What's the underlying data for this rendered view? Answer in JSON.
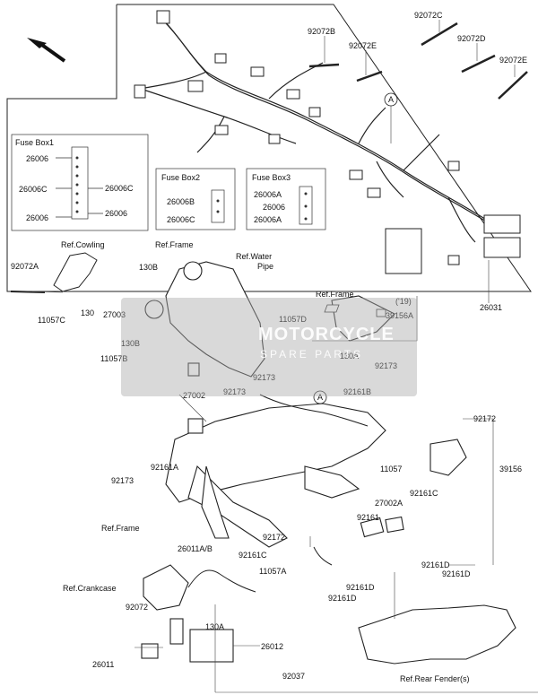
{
  "diagram": {
    "fuse_boxes": [
      {
        "title": "Fuse Box1",
        "parts": [
          "26006",
          "26006C",
          "26006",
          "26006C",
          "26006"
        ]
      },
      {
        "title": "Fuse Box2",
        "parts": [
          "26006B",
          "26006C"
        ]
      },
      {
        "title": "Fuse Box3",
        "parts": [
          "26006A",
          "26006",
          "26006A"
        ]
      }
    ],
    "part_labels": {
      "p92072C": "92072C",
      "p92072B": "92072B",
      "p92072D": "92072D",
      "p92072E_1": "92072E",
      "p92072E_2": "92072E",
      "pA_1": "A",
      "p26031": "26031",
      "refCowling": "Ref.Cowling",
      "refFrame_1": "Ref.Frame",
      "refWaterPipe_1": "Ref.Water",
      "refWaterPipe_2": "Pipe",
      "p92072A": "92072A",
      "p130B_1": "130B",
      "p27003": "27003",
      "p130_1": "130",
      "p11057C": "11057C",
      "p11057D": "11057D",
      "refFrame_2": "Ref.Frame",
      "p19": "('19)",
      "p39156A": "39156A",
      "p130B_2": "130B",
      "p11057B": "11057B",
      "p130A_1": "130A",
      "p92173_1": "92173",
      "p92173_2": "92173",
      "p92173_3": "92173",
      "p27002": "27002",
      "pA_2": "A",
      "p92161B": "92161B",
      "p92172_1": "92172",
      "p92161A": "92161A",
      "p92173_4": "92173",
      "p11057": "11057",
      "p39156": "39156",
      "p92161C_1": "92161C",
      "p27002A": "27002A",
      "refFrame_3": "Ref.Frame",
      "p92161": "92161",
      "p26011AB": "26011A/B",
      "p92172_2": "92172",
      "p92161C_2": "92161C",
      "p11057A": "11057A",
      "p92161D_1": "92161D",
      "p92161D_2": "92161D",
      "p92161D_3": "92161D",
      "p92161D_4": "92161D",
      "refCrankcase": "Ref.Crankcase",
      "p92072": "92072",
      "p130A_2": "130A",
      "p26012": "26012",
      "p26011": "26011",
      "p92037": "92037",
      "refRearFender": "Ref.Rear Fender(s)"
    },
    "watermark": {
      "line1": "MOTORCYCLE",
      "line2": "SPARE PARTS"
    }
  }
}
